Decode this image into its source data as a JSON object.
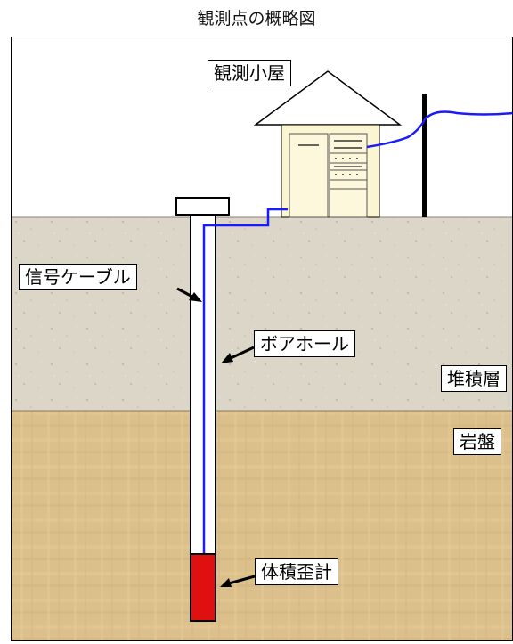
{
  "diagram": {
    "title": "観測点の概略図",
    "labels": {
      "hut": "観測小屋",
      "signal_cable": "信号ケーブル",
      "borehole": "ボアホール",
      "sediment": "堆積層",
      "bedrock": "岩盤",
      "strainmeter": "体積歪計"
    },
    "colors": {
      "sky": "#ffffff",
      "sediment": "#dcd6c9",
      "bedrock": "#dcc08b",
      "cable": "#1a1aff",
      "strainmeter": "#e01010",
      "hut_wall": "#fbf5d2"
    }
  }
}
